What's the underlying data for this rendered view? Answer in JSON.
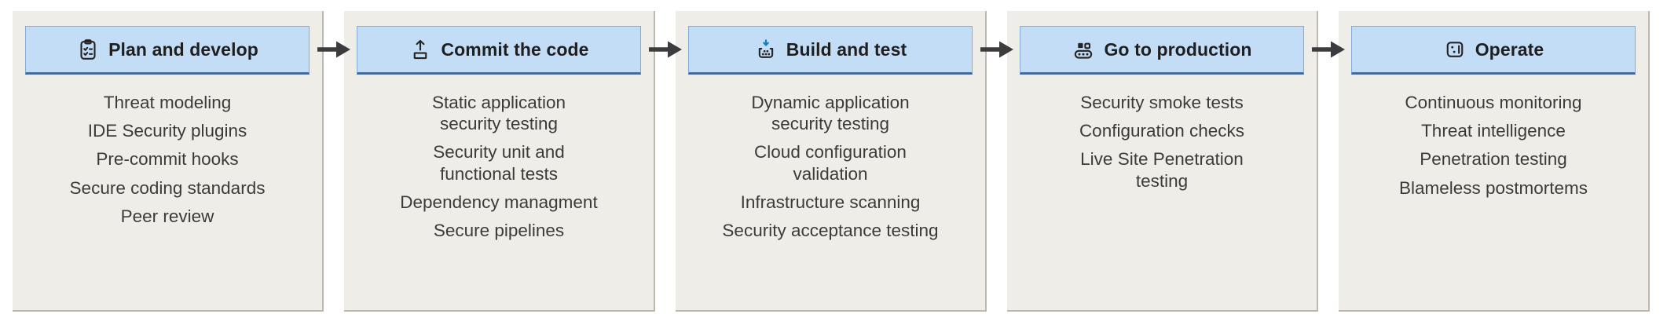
{
  "colors": {
    "page_bg": "#ffffff",
    "card_bg": "#efede8",
    "card_edge": "#bfb8ae",
    "header_fill": "#c4ddf7",
    "header_border": "#85abd8",
    "header_border_bottom": "#44699d",
    "title_text": "#1f1f1f",
    "body_text": "#3d3b39",
    "arrow": "#3c3c3f",
    "icon_ink": "#242424",
    "icon_accent_blue": "#147cc0"
  },
  "stages": [
    {
      "title": "Plan and develop",
      "icon": "clipboard-checklist-icon",
      "items": [
        "Threat modeling",
        "IDE Security plugins",
        "Pre-commit hooks",
        "Secure coding standards",
        "Peer review"
      ]
    },
    {
      "title": "Commit the code",
      "icon": "upload-icon",
      "items": [
        "Static application\nsecurity testing",
        "Security unit and\nfunctional tests",
        "Dependency managment",
        "Secure pipelines"
      ]
    },
    {
      "title": "Build and test",
      "icon": "package-install-icon",
      "items": [
        "Dynamic application\nsecurity testing",
        "Cloud configuration\nvalidation",
        "Infrastructure scanning",
        "Security acceptance testing"
      ]
    },
    {
      "title": "Go to production",
      "icon": "conveyor-belt-icon",
      "items": [
        "Security smoke tests",
        "Configuration checks",
        "Live Site Penetration\ntesting"
      ]
    },
    {
      "title": "Operate",
      "icon": "operate-gauge-icon",
      "items": [
        "Continuous monitoring",
        "Threat intelligence",
        "Penetration testing",
        "Blameless postmortems"
      ]
    }
  ]
}
